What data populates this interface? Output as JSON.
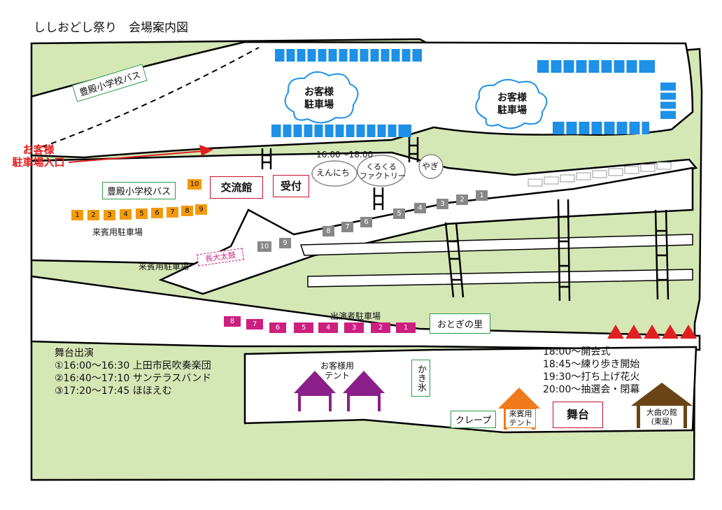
{
  "title": "ししおどし祭り　会場案内図",
  "parking_entrance": {
    "line1": "お客様",
    "line2": "駐車場入口"
  },
  "bus_label": "豊殿小学校バス",
  "customer_parking": {
    "line1": "お客様",
    "line2": "駐車場"
  },
  "time_range": "16:00～18:00",
  "booths": {
    "ennichi": "えんにち",
    "kurukuru_1": "くるくる",
    "kurukuru_2": "ファクトリー",
    "yagi": "やぎ"
  },
  "kouryukan": "交流館",
  "uketsuke": "受付",
  "guest_parking": "来賓用駐車場",
  "choudai_taiko": "長大太鼓",
  "performer_parking": "出演者駐車場",
  "otogi": "おとぎの里",
  "kakigori": "かき氷",
  "crepe": "クレープ",
  "stage": "舞台",
  "guest_tent": {
    "line1": "来賓用",
    "line2": "テント"
  },
  "customer_tent": {
    "line1": "お客様用",
    "line2": "テント"
  },
  "omagari": {
    "line1": "大曲の館",
    "line2": "(東屋)"
  },
  "stage_program": {
    "heading": "舞台出演",
    "items": [
      "①16:00～16:30 上田市民吹奏楽団",
      "②16:40～17:10 サンテラスバンド",
      "③17:20～17:45 ほほえむ"
    ]
  },
  "schedule": [
    "18:00～開会式",
    "18:45～練り歩き開始",
    "19:30～打ち上げ花火",
    "20:00～抽選会・閉幕"
  ],
  "parking_numbers": {
    "orange": [
      "1",
      "2",
      "3",
      "4",
      "5",
      "6",
      "7",
      "8",
      "9",
      "10"
    ],
    "gray": [
      "1",
      "2",
      "3",
      "4",
      "5",
      "6",
      "7",
      "8",
      "9",
      "10"
    ],
    "magenta": [
      "1",
      "2",
      "3",
      "4",
      "5",
      "6",
      "7",
      "8"
    ]
  },
  "colors": {
    "green": "#d6e7b6",
    "orange": "#f29a0c",
    "gray": "#888888",
    "magenta": "#cc1f7f",
    "blue": "#1e90e6",
    "red": "#e02020",
    "purple": "#8b1f8a",
    "brown": "#6b4416",
    "tent_orange": "#f07a1a"
  }
}
